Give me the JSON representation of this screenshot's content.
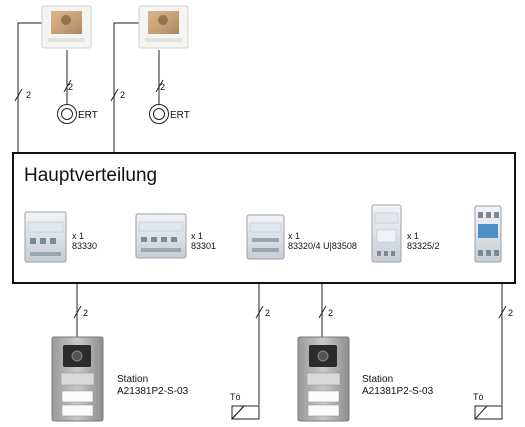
{
  "distribution": {
    "title": "Hauptverteilung",
    "modules": [
      {
        "qty": "x 1",
        "code": "83330"
      },
      {
        "qty": "x 1",
        "code": "83301"
      },
      {
        "qty": "x 1",
        "code": "83320/4 U|83508"
      },
      {
        "qty": "x 1",
        "code": "83325/2"
      }
    ]
  },
  "wires": {
    "count": "2"
  },
  "ert": {
    "label": "ERT"
  },
  "stations": [
    {
      "label": "Station",
      "model": "A21381P2-S-03"
    },
    {
      "label": "Station",
      "model": "A21381P2-S-03"
    }
  ],
  "door_openers": [
    {
      "label": "Tö"
    },
    {
      "label": "Tö"
    }
  ]
}
